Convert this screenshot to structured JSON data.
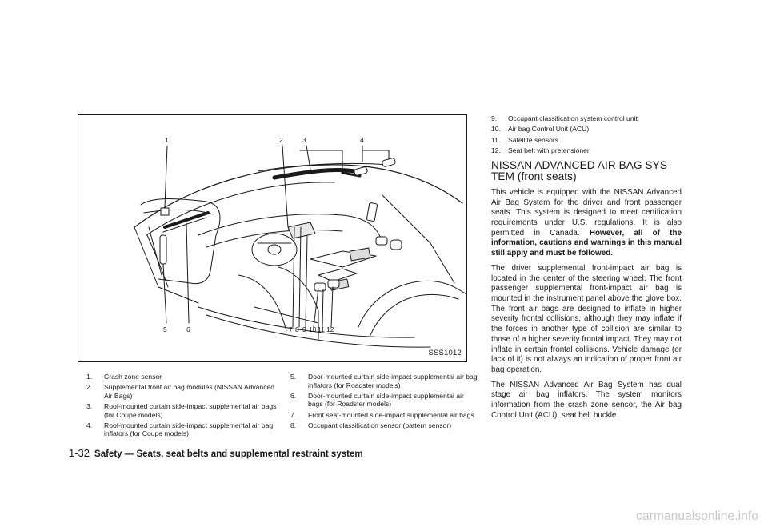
{
  "figure": {
    "id_label": "SSS1012",
    "callouts": [
      "1",
      "2",
      "3",
      "4",
      "5",
      "6",
      "7",
      "8",
      "9",
      "10",
      "11",
      "12"
    ]
  },
  "legend_left": [
    {
      "num": "1.",
      "text": "Crash zone sensor"
    },
    {
      "num": "2.",
      "text": "Supplemental front air bag modules (NISSAN Advanced Air Bags)"
    },
    {
      "num": "3.",
      "text": "Roof-mounted curtain side-impact supplemental air bags (for Coupe models)"
    },
    {
      "num": "4.",
      "text": "Roof-mounted curtain side-impact supplemental air bag inflators (for Coupe models)"
    }
  ],
  "legend_right": [
    {
      "num": "5.",
      "text": "Door-mounted curtain side-impact supplemental air bag inflators (for Roadster models)"
    },
    {
      "num": "6.",
      "text": "Door-mounted curtain side-impact supplemental air bags (for Roadster models)"
    },
    {
      "num": "7.",
      "text": "Front seat-mounted side-impact supplemental air bags"
    },
    {
      "num": "8.",
      "text": "Occupant classification sensor (pattern sensor)"
    }
  ],
  "right_list": [
    {
      "num": "9.",
      "text": "Occupant classification system control unit"
    },
    {
      "num": "10.",
      "text": "Air bag Control Unit (ACU)"
    },
    {
      "num": "11.",
      "text": "Satellite sensors"
    },
    {
      "num": "12.",
      "text": "Seat belt with pretensioner"
    }
  ],
  "section": {
    "heading": "NISSAN ADVANCED AIR BAG SYS-TEM (front seats)",
    "para1_normal": "This vehicle is equipped with the NISSAN Advanced Air Bag System for the driver and front passenger seats. This system is designed to meet certification requirements under U.S. regulations. It is also permitted in Canada. ",
    "para1_bold": "However, all of the information, cautions and warnings in this manual still apply and must be followed.",
    "para2": "The driver supplemental front-impact air bag is located in the center of the steering wheel. The front passenger supplemental front-impact air bag is mounted in the instrument panel above the glove box. The front air bags are designed to inflate in higher severity frontal collisions, although they may inflate if the forces in another type of collision are similar to those of a higher severity frontal impact. They may not inflate in certain frontal collisions. Vehicle damage (or lack of it) is not always an indication of proper front air bag operation.",
    "para3": "The NISSAN Advanced Air Bag System has dual stage air bag inflators. The system monitors information from the crash zone sensor, the Air bag Control Unit (ACU), seat belt buckle"
  },
  "footer": {
    "page_number": "1-32",
    "chapter_title": "Safety — Seats, seat belts and supplemental restraint system"
  },
  "watermark": "carmanualsonline.info"
}
